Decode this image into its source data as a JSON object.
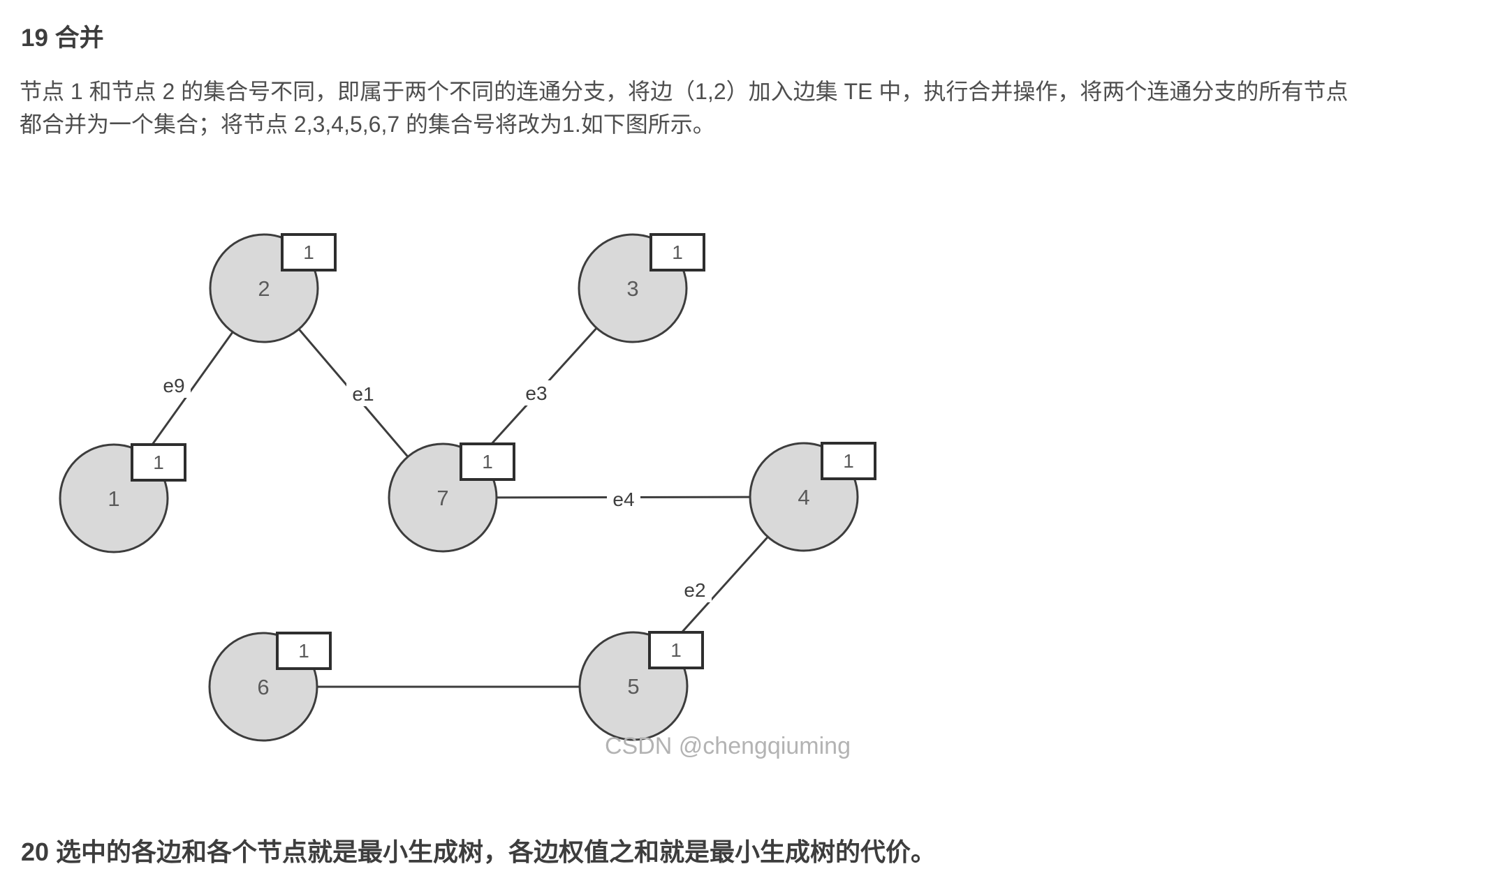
{
  "article": {
    "section19": {
      "heading": "19 合并",
      "para_line1": "节点 1 和节点 2 的集合号不同，即属于两个不同的连通分支，将边（1,2）加入边集 TE 中，执行合并操作，将两个连通分支的所有节点",
      "para_line2": "都合并为一个集合；将节点 2,3,4,5,6,7 的集合号将改为1.如下图所示。"
    },
    "section20": {
      "heading": "20 选中的各边和各个节点就是最小生成树，各边权值之和就是最小生成树的代价。"
    }
  },
  "diagram": {
    "watermark": "CSDN @chengqiuming",
    "colors": {
      "node_fill": "#d9d9d9",
      "outline": "#3d3d3d",
      "digit": "#5a5a5a",
      "watermark": "#b3b3b3"
    },
    "nodes": [
      {
        "id": "1",
        "set": "1"
      },
      {
        "id": "2",
        "set": "1"
      },
      {
        "id": "3",
        "set": "1"
      },
      {
        "id": "4",
        "set": "1"
      },
      {
        "id": "5",
        "set": "1"
      },
      {
        "id": "6",
        "set": "1"
      },
      {
        "id": "7",
        "set": "1"
      }
    ],
    "edges": [
      {
        "label": "e9",
        "from": "2",
        "to": "1"
      },
      {
        "label": "e1",
        "from": "2",
        "to": "7"
      },
      {
        "label": "e3",
        "from": "3",
        "to": "7"
      },
      {
        "label": "e4",
        "from": "7",
        "to": "4"
      },
      {
        "label": "e2",
        "from": "4",
        "to": "5"
      },
      {
        "label": "",
        "from": "6",
        "to": "5"
      }
    ]
  }
}
